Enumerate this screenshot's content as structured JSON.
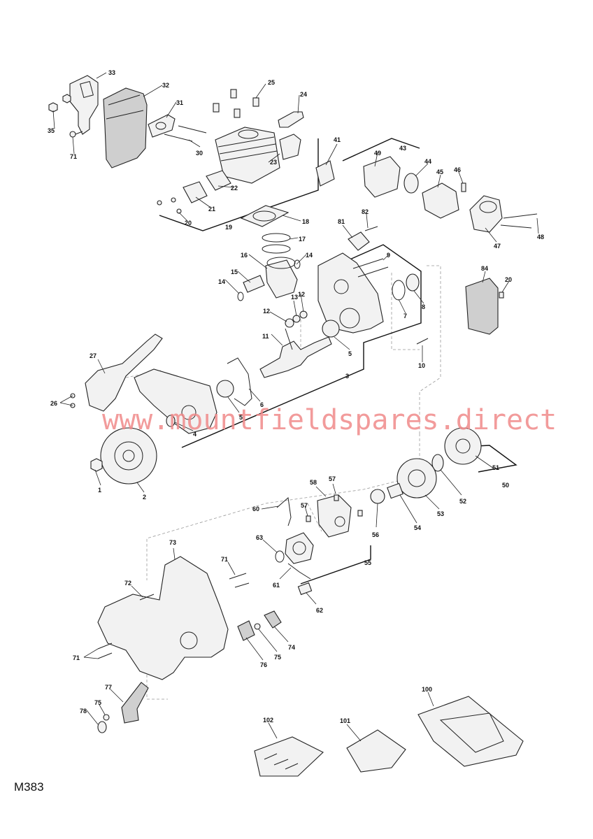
{
  "diagram_code": "M383",
  "watermark": "www.mountfieldspares.direct",
  "callouts": {
    "c1": "1",
    "c2": "2",
    "c3": "3",
    "c4": "4",
    "c5a": "5",
    "c5b": "5",
    "c6": "6",
    "c7": "7",
    "c8": "8",
    "c9": "9",
    "c10": "10",
    "c11": "11",
    "c12a": "12",
    "c12b": "12",
    "c13": "13",
    "c14a": "14",
    "c14b": "14",
    "c15": "15",
    "c16": "16",
    "c17": "17",
    "c18": "18",
    "c19": "19",
    "c20a": "20",
    "c20b": "20",
    "c21": "21",
    "c22": "22",
    "c23": "23",
    "c24": "24",
    "c25": "25",
    "c26": "26",
    "c27": "27",
    "c30": "30",
    "c31": "31",
    "c32": "32",
    "c33": "33",
    "c35": "35",
    "c41": "41",
    "c43": "43",
    "c44": "44",
    "c45": "45",
    "c46": "46",
    "c47": "47",
    "c48": "48",
    "c49": "49",
    "c50": "50",
    "c51": "51",
    "c52": "52",
    "c53": "53",
    "c54": "54",
    "c55": "55",
    "c56": "56",
    "c57a": "57",
    "c57b": "57",
    "c58": "58",
    "c60": "60",
    "c61": "61",
    "c62": "62",
    "c63": "63",
    "c71a": "71",
    "c71b": "71",
    "c71c": "71",
    "c72": "72",
    "c73": "73",
    "c74": "74",
    "c75a": "75",
    "c75b": "75",
    "c76": "76",
    "c77": "77",
    "c78": "78",
    "c81": "81",
    "c82": "82",
    "c84": "84",
    "c100": "100",
    "c101": "101",
    "c102": "102"
  }
}
